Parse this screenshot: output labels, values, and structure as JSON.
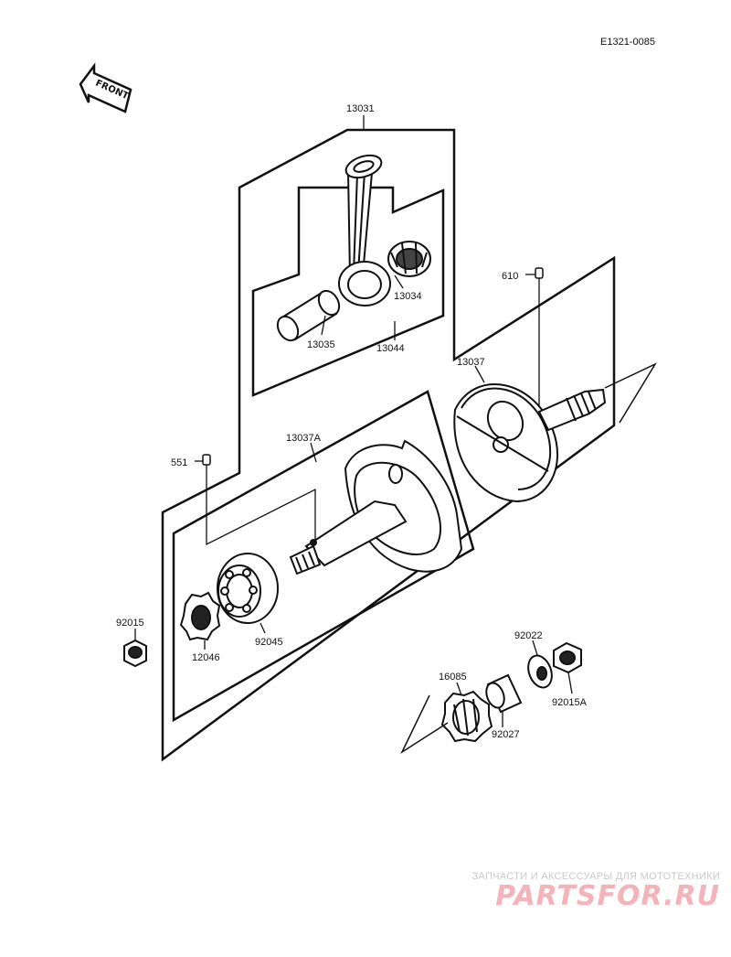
{
  "diagram_code": "E1321-0085",
  "front_label": "FRONT",
  "parts": {
    "p13031": "13031",
    "p13034": "13034",
    "p13035": "13035",
    "p13044": "13044",
    "p610": "610",
    "p13037": "13037",
    "p13037A": "13037A",
    "p551": "551",
    "p92015": "92015",
    "p12046": "12046",
    "p92045": "92045",
    "p92022": "92022",
    "p16085": "16085",
    "p92015A": "92015A",
    "p92027": "92027"
  },
  "watermark": {
    "tagline": "ЗАПЧАСТИ И АКСЕССУАРЫ ДЛЯ МОТОТЕХНИКИ",
    "brand": "PARTSFOR.RU"
  },
  "colors": {
    "line": "#111111",
    "watermark_text": "#c9c9c9",
    "watermark_logo": "#f3b3b8"
  }
}
